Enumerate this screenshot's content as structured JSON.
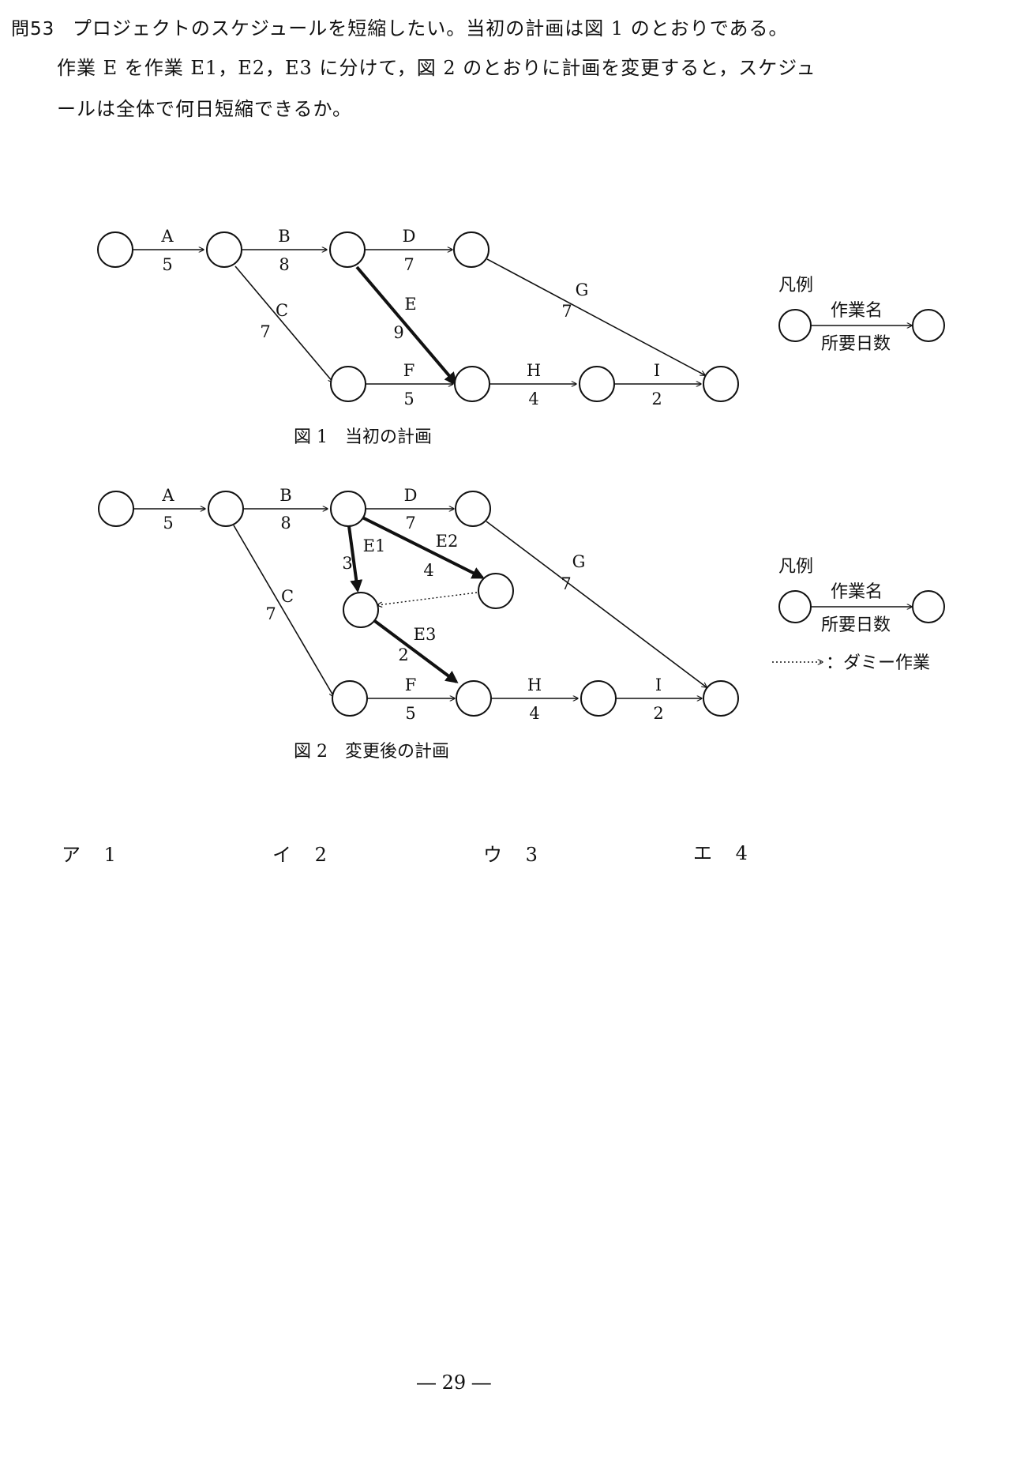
{
  "question": {
    "number": "問53",
    "line1": "プロジェクトのスケジュールを短縮したい。当初の計画は図 1 のとおりである。",
    "line2": "作業 E を作業 E1，E2，E3 に分けて，図 2 のとおりに計画を変更すると，スケジュ",
    "line3": "ールは全体で何日短縮できるか。"
  },
  "figure1": {
    "caption": "図 1　当初の計画",
    "edges": {
      "A": {
        "name": "A",
        "days": "5"
      },
      "B": {
        "name": "B",
        "days": "8"
      },
      "C": {
        "name": "C",
        "days": "7"
      },
      "D": {
        "name": "D",
        "days": "7"
      },
      "E": {
        "name": "E",
        "days": "9"
      },
      "F": {
        "name": "F",
        "days": "5"
      },
      "G": {
        "name": "G",
        "days": "7"
      },
      "H": {
        "name": "H",
        "days": "4"
      },
      "I": {
        "name": "I",
        "days": "2"
      }
    },
    "legend": {
      "title": "凡例",
      "task_name": "作業名",
      "duration": "所要日数"
    }
  },
  "figure2": {
    "caption": "図 2　変更後の計画",
    "edges": {
      "A": {
        "name": "A",
        "days": "5"
      },
      "B": {
        "name": "B",
        "days": "8"
      },
      "C": {
        "name": "C",
        "days": "7"
      },
      "D": {
        "name": "D",
        "days": "7"
      },
      "E1": {
        "name": "E1",
        "days": "3"
      },
      "E2": {
        "name": "E2",
        "days": "4"
      },
      "E3": {
        "name": "E3",
        "days": "2"
      },
      "F": {
        "name": "F",
        "days": "5"
      },
      "G": {
        "name": "G",
        "days": "7"
      },
      "H": {
        "name": "H",
        "days": "4"
      },
      "I": {
        "name": "I",
        "days": "2"
      }
    },
    "legend": {
      "title": "凡例",
      "task_name": "作業名",
      "duration": "所要日数",
      "dummy": "：ダミー作業"
    }
  },
  "choices": [
    {
      "label": "ア",
      "value": "1"
    },
    {
      "label": "イ",
      "value": "2"
    },
    {
      "label": "ウ",
      "value": "3"
    },
    {
      "label": "エ",
      "value": "4"
    }
  ],
  "page_number": "― 29 ―"
}
